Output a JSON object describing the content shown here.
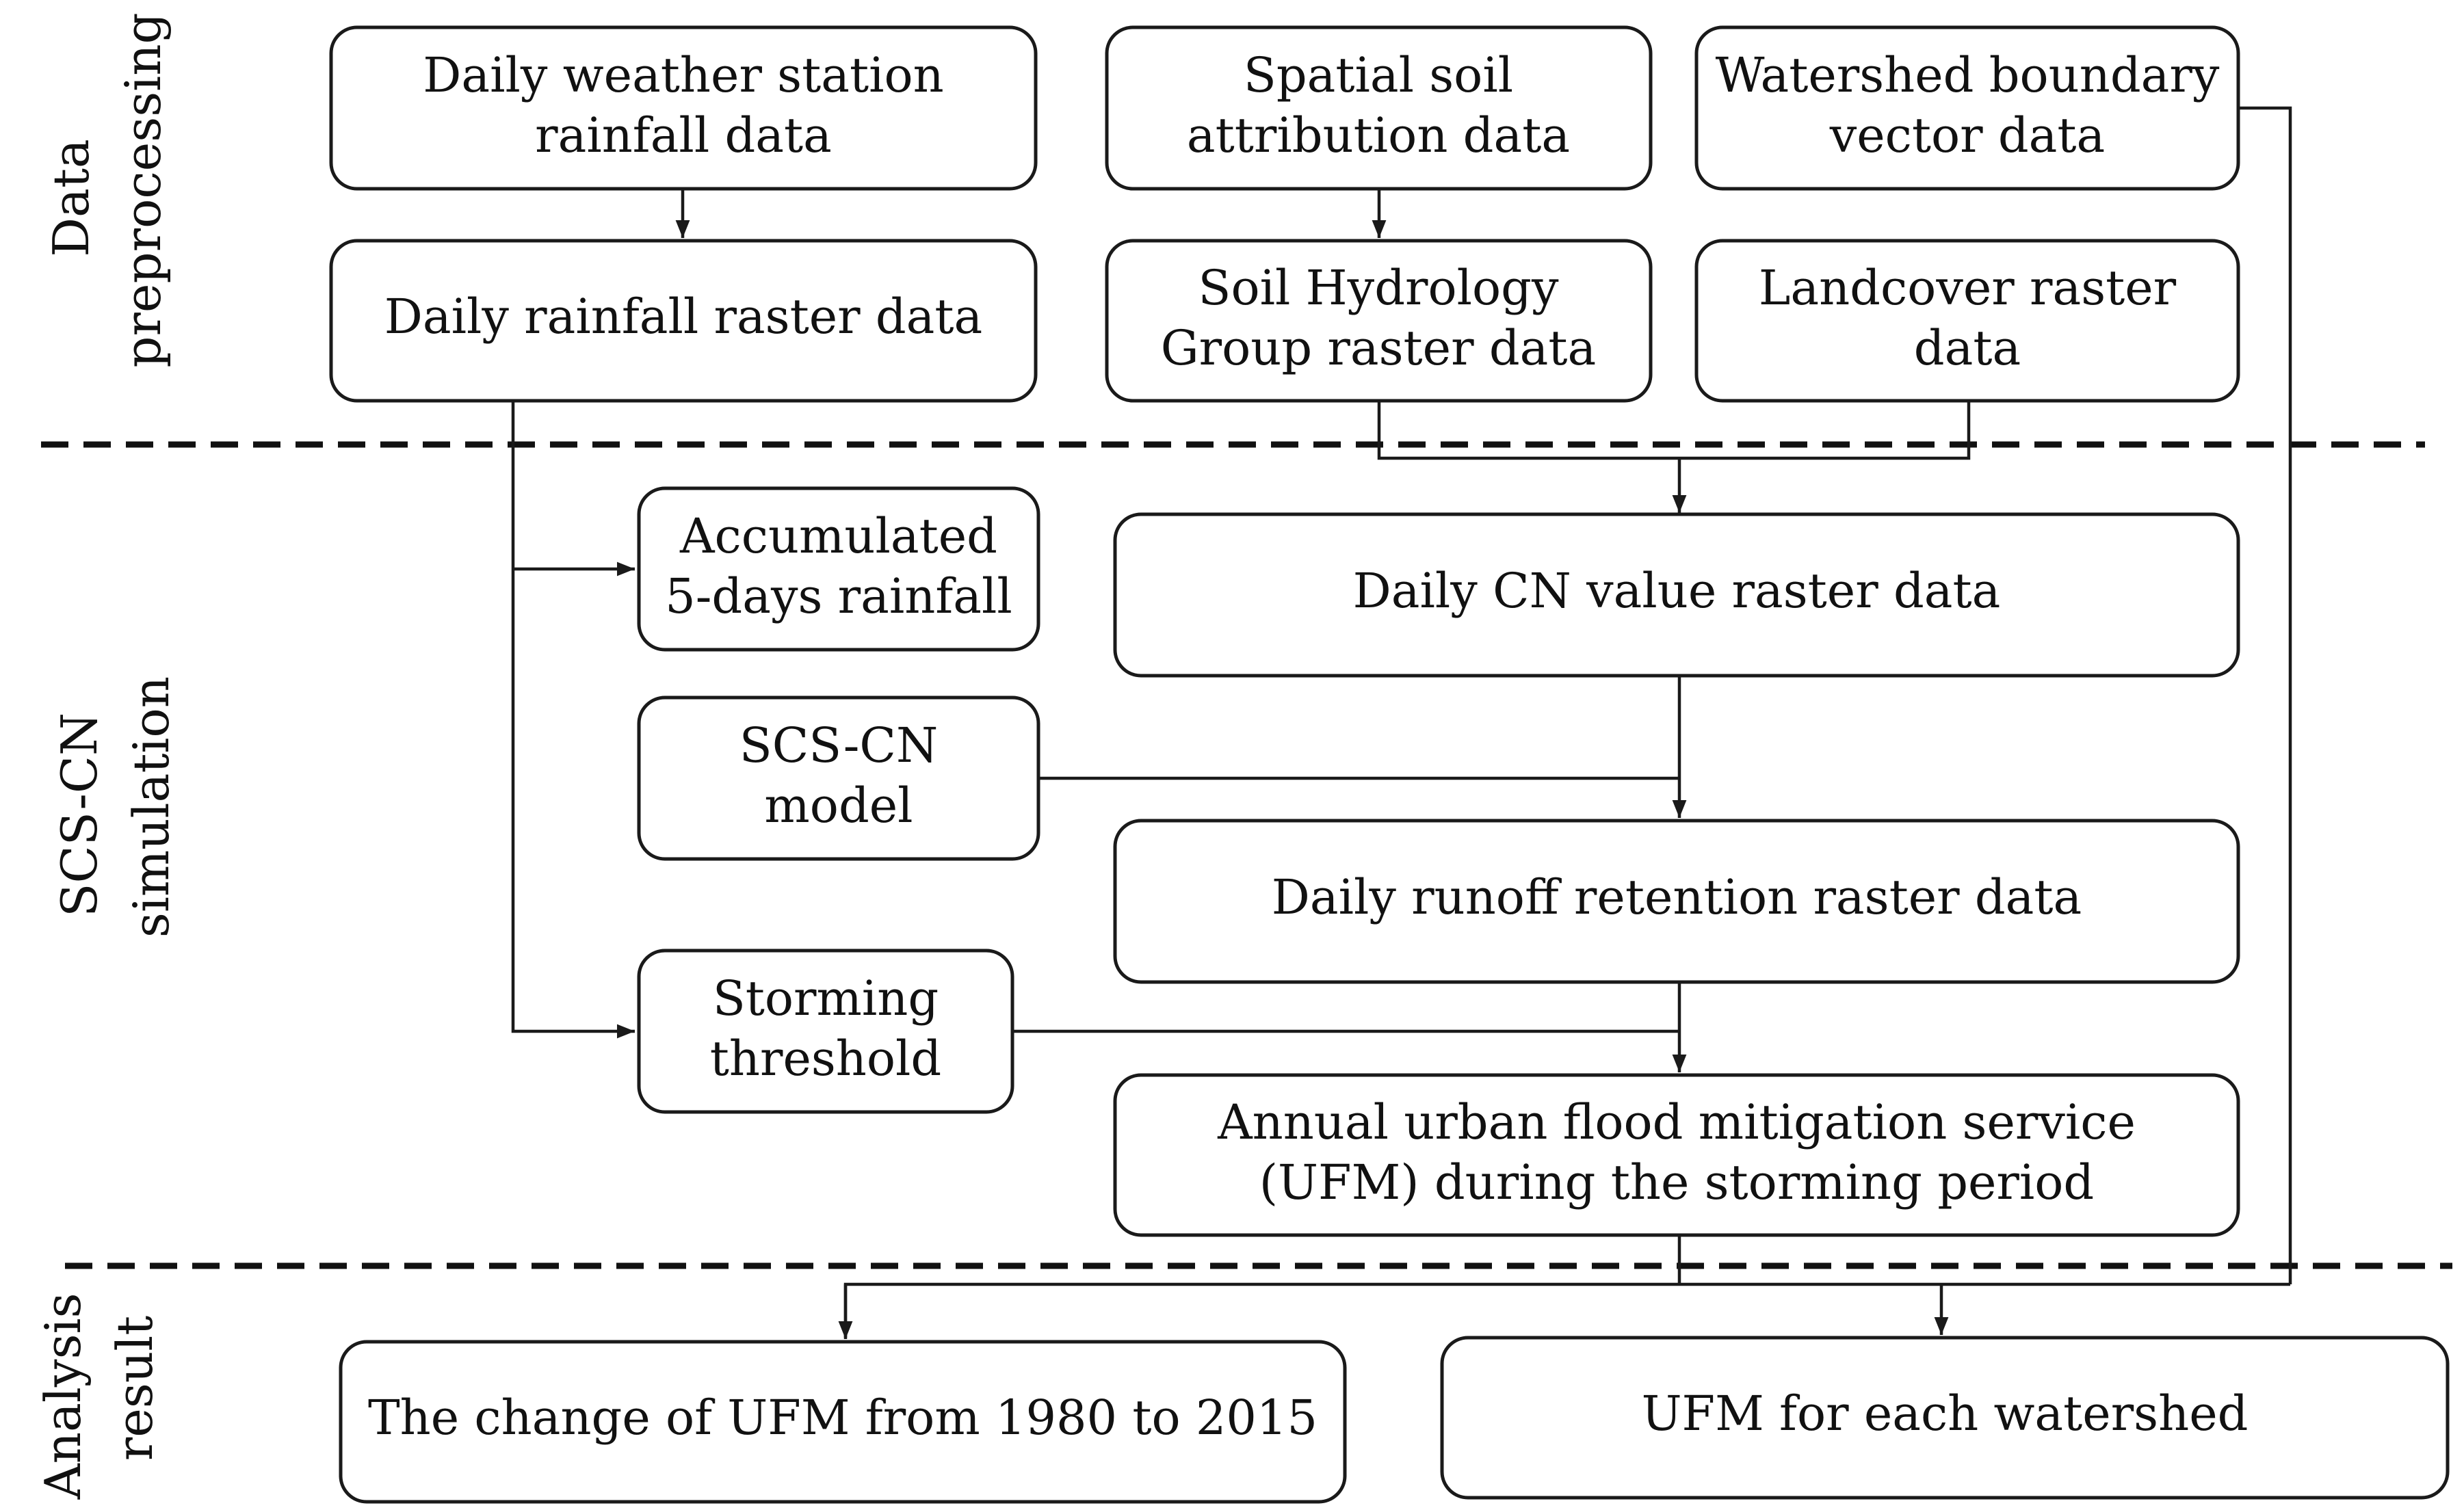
{
  "sections": {
    "preprocessing": [
      "Data",
      "preprocessing"
    ],
    "simulation": [
      "SCS-CN",
      "simulation"
    ],
    "analysis": [
      "Analysis",
      "result"
    ]
  },
  "boxes": {
    "weather": [
      "Daily weather station",
      "rainfall data"
    ],
    "soil_attr": [
      "Spatial soil",
      "attribution data"
    ],
    "watershed": [
      "Watershed boundary",
      "vector data"
    ],
    "rain_raster": [
      "Daily rainfall raster data"
    ],
    "soil_group": [
      "Soil Hydrology",
      "Group raster data"
    ],
    "landcover": [
      "Landcover raster",
      "data"
    ],
    "accum": [
      "Accumulated",
      "5-days rainfall"
    ],
    "cn": [
      "Daily CN value raster data"
    ],
    "scs_model": [
      "SCS-CN",
      "model"
    ],
    "runoff": [
      "Daily runoff retention raster data"
    ],
    "storm": [
      "Storming",
      "threshold"
    ],
    "ufm": [
      "Annual urban flood mitigation service",
      "(UFM) during the storming period"
    ],
    "change": [
      "The change of UFM from 1980 to 2015"
    ],
    "each": [
      "UFM for each watershed"
    ]
  }
}
